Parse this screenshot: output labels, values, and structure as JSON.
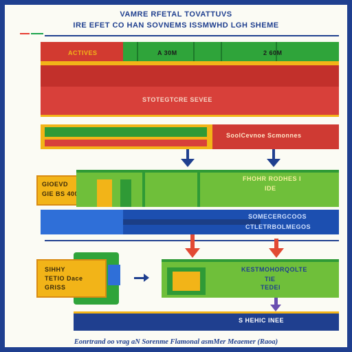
{
  "header": {
    "title_line1": "VAMRE RFETAL TOVATTUVS",
    "title_line2": "IRE EFET CO HAN SOVNEMS ISSMWHD LGH SHEME"
  },
  "row1": {
    "label_left": "ACTIVES",
    "label_mid": "A 30M",
    "label_right": "2 60M"
  },
  "row2": {
    "label": "STOTEGTCRE SEVEE"
  },
  "row3": {
    "label": "SoolCevnoe Scmonnes"
  },
  "row4": {
    "left_label_line1": "GIOEVD",
    "left_label_line2": "GIE BS 400",
    "right_label_line1": "FHOHR RODHES I",
    "right_label_line2": "IDE"
  },
  "row5": {
    "label_line1": "SOMECERGCOOS",
    "label_line2": "CTLETRBOLMEGOS"
  },
  "row6": {
    "left_label_line1": "SIHHY",
    "left_label_line2": "TETIO Dace",
    "left_label_line3": "GRISS",
    "right_label_line1": "KESTMOHORQOLTE",
    "right_label_line2": "TIE",
    "right_label_line3": "TEDEI"
  },
  "row7": {
    "label": "S HEHIC INEE"
  },
  "footer": {
    "text": "Eonrtrand oo vrag aN Sorenme Flamonal asmMer Meaemer (Raoa)"
  },
  "colors": {
    "navy": "#1f3f8f",
    "red": "#d93a33",
    "green": "#2fa43a",
    "yellow": "#f2b418",
    "blue": "#1c4fb0",
    "lime": "#7cc63a"
  }
}
